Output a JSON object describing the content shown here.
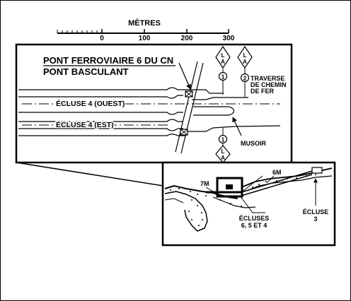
{
  "scale": {
    "title": "MÈTRES",
    "ticks": [
      "0",
      "100",
      "200",
      "300"
    ]
  },
  "detail": {
    "bridge_title_1": "PONT FERROVIAIRE 6 DU CN",
    "bridge_title_2": "PONT BASCULANT",
    "lock_west": "ÉCLUSE 4  (OUEST)",
    "lock_east": "ÉCLUSE 4  (EST)",
    "musoir": "MUSOIR",
    "crossing": [
      "TRAVERSE",
      "DE CHEMIN",
      "DE FER"
    ],
    "sign_letters": [
      "L",
      "A"
    ],
    "numbers": [
      "1",
      "2",
      "1"
    ]
  },
  "inset": {
    "mark_7m": "7M",
    "mark_6m": "6M",
    "locks_label": [
      "ÉCLUSES",
      "6, 5 ET 4"
    ],
    "lock3_label": [
      "ÉCLUSE",
      "3"
    ]
  }
}
